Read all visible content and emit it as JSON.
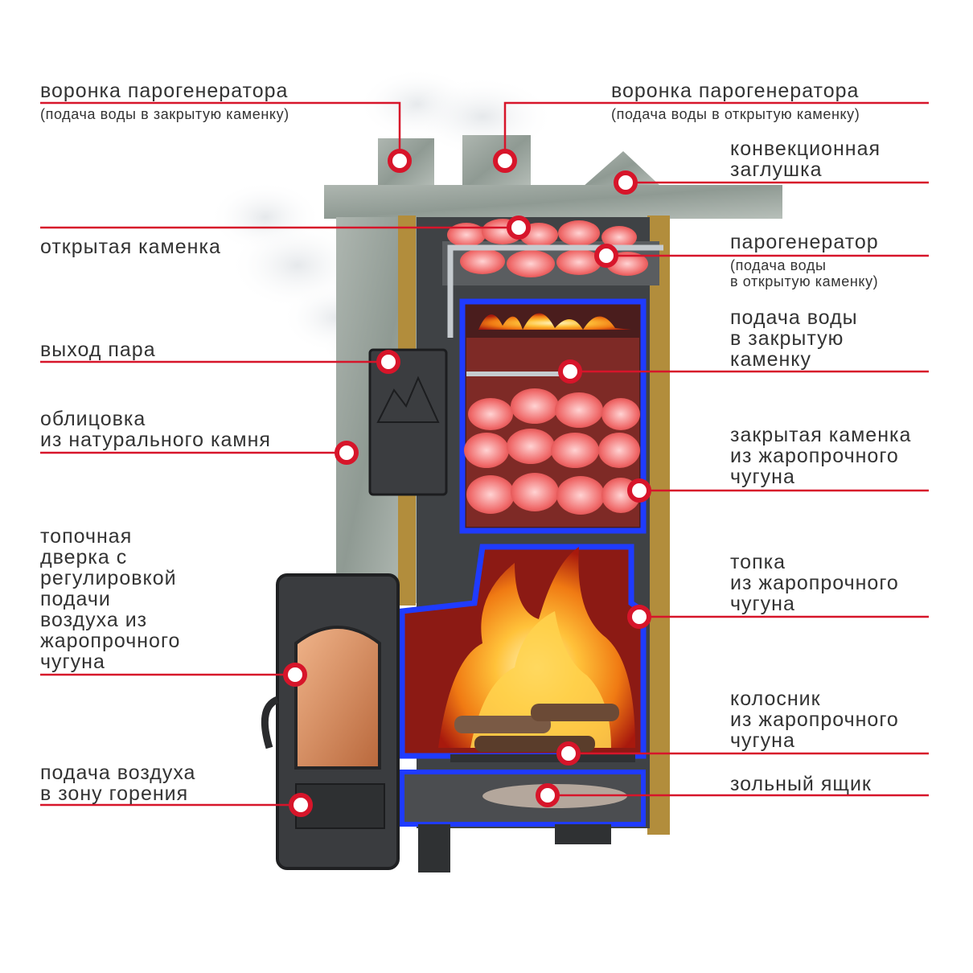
{
  "accent_color": "#d7152a",
  "labels": {
    "funnel_closed": {
      "title": "воронка парогенератора",
      "subtitle": "(подача воды в закрытую каменку)"
    },
    "funnel_open": {
      "title": "воронка парогенератора",
      "subtitle": "(подача воды в открытую каменку)"
    },
    "convection_plug": {
      "title": "конвекционная\nзаглушка"
    },
    "open_stones": {
      "title": "открытая каменка"
    },
    "steam_generator": {
      "title": "парогенератор",
      "subtitle": "(подача воды\nв открытую каменку)"
    },
    "steam_outlet": {
      "title": "выход пара"
    },
    "water_closed": {
      "title": "подача воды\nв закрытую\nкаменку"
    },
    "stone_facing": {
      "title": "облицовка\nиз натурального камня"
    },
    "closed_stones": {
      "title": "закрытая каменка\nиз жаропрочного\nчугуна"
    },
    "fire_door": {
      "title": "топочная\nдверка с\nрегулировкой\nподачи\nвоздуха из\nжаропрочного\nчугуна"
    },
    "firebox": {
      "title": "топка\nиз жаропрочного\nчугуна"
    },
    "grate": {
      "title": "колосник\nиз жаропрочного\nчугуна"
    },
    "air_supply": {
      "title": "подача воздуха\nв зону горения"
    },
    "ash_box": {
      "title": "зольный ящик"
    }
  }
}
